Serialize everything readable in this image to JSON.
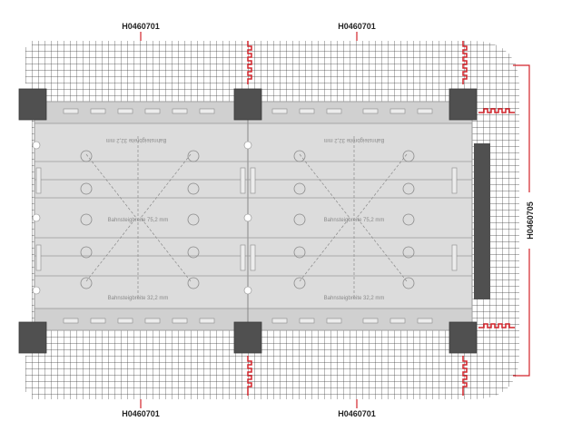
{
  "labels": {
    "top_left": "H0460701",
    "top_right": "H0460701",
    "bottom_left": "H0460701",
    "bottom_right": "H0460701",
    "side": "H0460705"
  },
  "platform_text": {
    "width_top_left": "Bahnsteigbreite 32,2 mm",
    "width_top_right": "Bahnsteigbreite 32,2 mm",
    "width_mid_left": "Bahnsteigbreite 75,2 mm",
    "width_mid_right": "Bahnsteigbreite 75,2 mm",
    "width_bottom_left": "Bahnsteigbreite 32,2 mm",
    "width_bottom_right": "Bahnsteigbreite 32,2 mm"
  },
  "colors": {
    "grid": "#3a3a3a",
    "platform": "#d9d9d9",
    "pillar": "#505050",
    "connector": "#d2232a",
    "label_line": "#d2232a"
  }
}
